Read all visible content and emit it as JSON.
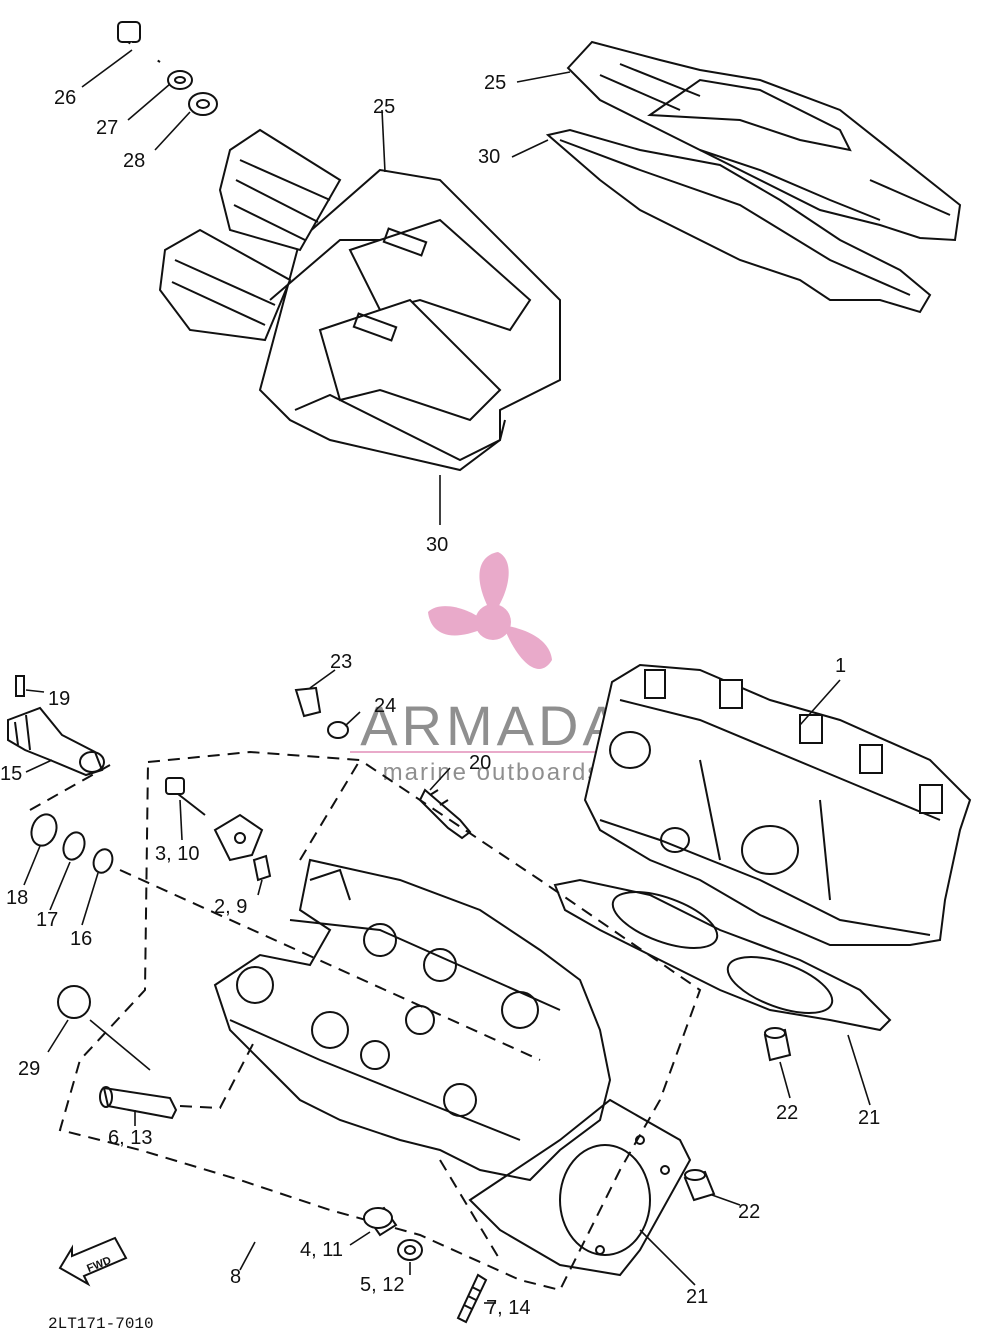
{
  "diagram": {
    "code": "2LT171-7010",
    "labels": {
      "p1": "1",
      "p2_9": "2, 9",
      "p3_10": "3, 10",
      "p4_11": "4, 11",
      "p5_12": "5, 12",
      "p6_13": "6, 13",
      "p7_14": "7, 14",
      "p8": "8",
      "p15": "15",
      "p16": "16",
      "p17": "17",
      "p18": "18",
      "p19": "19",
      "p20": "20",
      "p21a": "21",
      "p21b": "21",
      "p22a": "22",
      "p22b": "22",
      "p23": "23",
      "p24": "24",
      "p25a": "25",
      "p25b": "25",
      "p26": "26",
      "p27": "27",
      "p28": "28",
      "p29": "29",
      "p30a": "30",
      "p30b": "30"
    },
    "fwd_label": "FWD"
  },
  "watermark": {
    "brand": "ARMADA",
    "tagline": "marine outboards",
    "color": "#e8a6c8"
  }
}
